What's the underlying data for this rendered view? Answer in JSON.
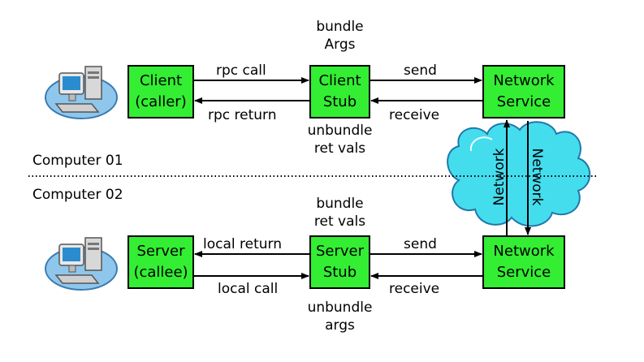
{
  "colors": {
    "box_fill": "#33ee33",
    "cloud_fill": "#44ddee",
    "line": "#000000"
  },
  "client": {
    "line1": "Client",
    "line2": "(caller)"
  },
  "client_stub": {
    "line1": "Client",
    "line2": "Stub"
  },
  "net_top": {
    "line1": "Network",
    "line2": "Service"
  },
  "server": {
    "line1": "Server",
    "line2": "(callee)"
  },
  "server_stub": {
    "line1": "Server",
    "line2": "Stub"
  },
  "net_bottom": {
    "line1": "Network",
    "line2": "Service"
  },
  "labels": {
    "bundle_args_1": "bundle",
    "bundle_args_2": "Args",
    "unbundle_ret_1": "unbundle",
    "unbundle_ret_2": "ret vals",
    "rpc_call": "rpc call",
    "rpc_return": "rpc return",
    "send_top": "send",
    "receive_top": "receive",
    "bundle_ret_1": "bundle",
    "bundle_ret_2": "ret vals",
    "unbundle_args_1": "unbundle",
    "unbundle_args_2": "args",
    "local_return": "local return",
    "local_call": "local call",
    "send_bottom": "send",
    "receive_bottom": "receive",
    "computer01": "Computer 01",
    "computer02": "Computer 02",
    "network_left": "Network",
    "network_right": "Network"
  },
  "icons": {
    "top_computer": "desktop-computer-icon",
    "bottom_computer": "desktop-computer-icon"
  }
}
